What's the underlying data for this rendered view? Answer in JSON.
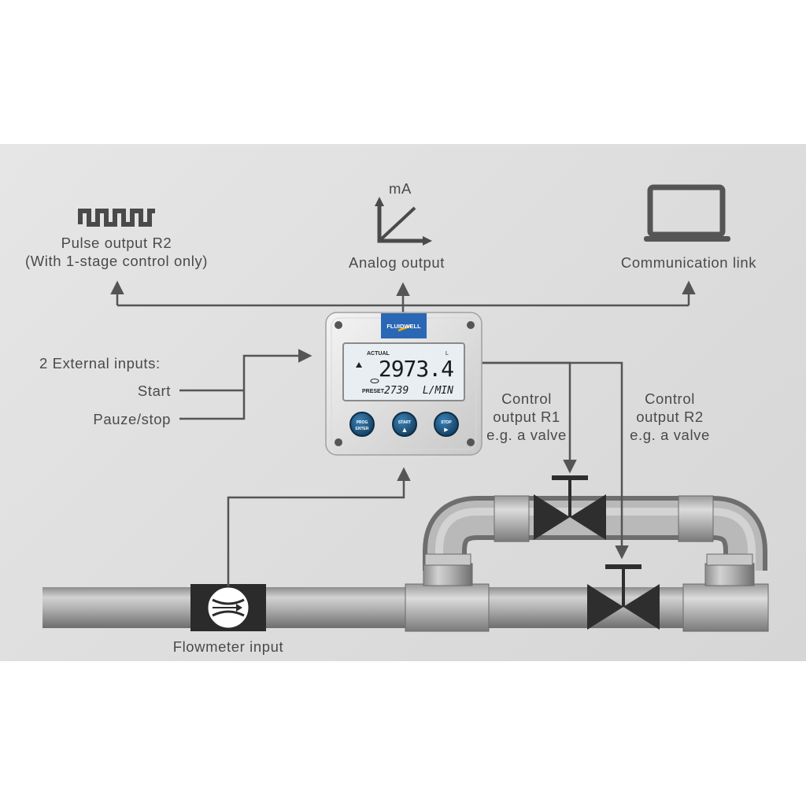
{
  "outputs": {
    "pulse": {
      "line1": "Pulse output R2",
      "line2": "(With 1-stage control only)"
    },
    "analog": {
      "unit": "mA",
      "label": "Analog output"
    },
    "comm": {
      "label": "Communication link"
    }
  },
  "inputs": {
    "heading": "2 External inputs:",
    "start": "Start",
    "stop": "Pauze/stop"
  },
  "controls": {
    "r1": {
      "line1": "Control",
      "line2": "output R1",
      "line3": "e.g. a valve"
    },
    "r2": {
      "line1": "Control",
      "line2": "output R2",
      "line3": "e.g. a valve"
    }
  },
  "flowmeter": {
    "label": "Flowmeter input"
  },
  "device": {
    "brand": "FLUIDWELL",
    "display": {
      "actual_label": "ACTUAL",
      "unit_top": "L",
      "actual_value": "2973.4",
      "preset_label": "PRESET",
      "preset_value": "2739",
      "rate_unit": "L/MIN"
    },
    "buttons": [
      {
        "top": "PROG",
        "bottom": "ENTER"
      },
      {
        "top": "START",
        "bottom": "▲"
      },
      {
        "top": "STOP",
        "bottom": "▶"
      }
    ]
  },
  "colors": {
    "line": "#555555",
    "pipe": "#a9a9a9",
    "valve": "#2e2e2e",
    "button": "#1f5f8b",
    "lcd": "#e9eef2"
  }
}
